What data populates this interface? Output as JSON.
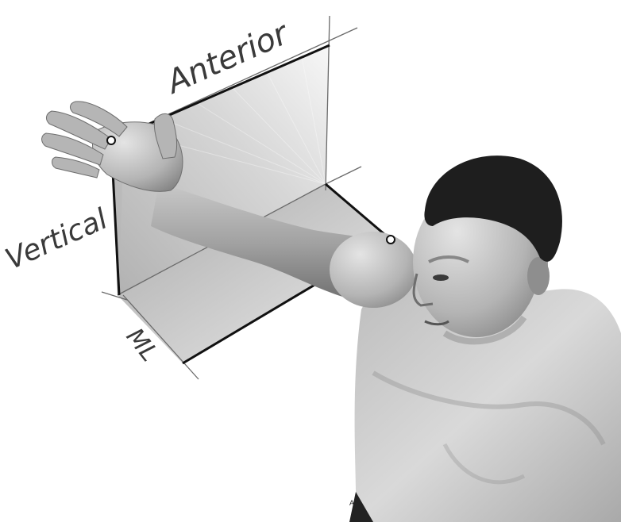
{
  "labels": {
    "anterior": "Anterior",
    "vertical": "Vertical",
    "ml": "ML",
    "watermark": "Ab"
  },
  "colors": {
    "plane_dark": "#9a9a9a",
    "plane_light": "#f2f2f2",
    "skin_light": "#d6d6d6",
    "skin_dark": "#7a7a7a",
    "hair": "#1e1e1e",
    "outline": "#111111"
  }
}
